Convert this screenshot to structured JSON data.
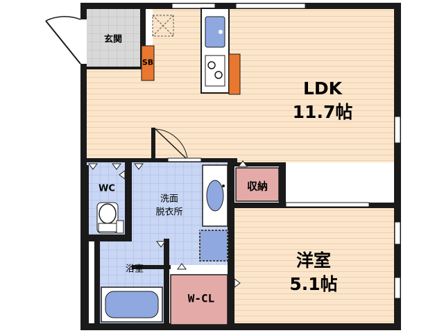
{
  "rooms": {
    "entrance": "玄関",
    "shoe_box": "SB",
    "ldk_name": "LDK",
    "ldk_size": "11.7帖",
    "wc": "WC",
    "washroom_line1": "洗面",
    "washroom_line2": "脱衣所",
    "storage": "収納",
    "bathroom": "浴室",
    "walk_in_closet": "W-CL",
    "western_room_name": "洋室",
    "western_room_size": "5.1帖"
  },
  "colors": {
    "wall": "#1a1a1a",
    "wood_floor": "#fbe6cc",
    "wood_line": "#efcfa8",
    "wet_area": "#c9d6f4",
    "wet_line": "#a8b9e2",
    "entrance_floor": "#d8d8d8",
    "orange_storage": "#e8782f",
    "pink_storage": "#e4aaa8",
    "fixture_blue": "#8fa9e0"
  }
}
